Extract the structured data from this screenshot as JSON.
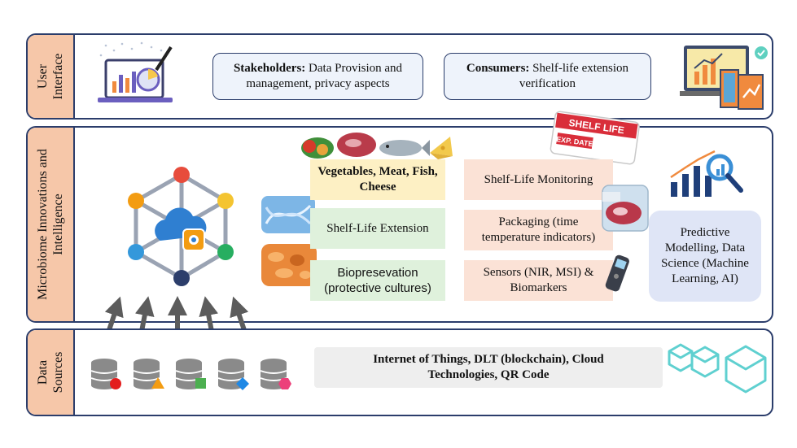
{
  "rows": {
    "user_interface": "User Interface",
    "microbiome": "Microbiome Innovations and Intelligence",
    "data_sources": "Data Sources"
  },
  "ui_row": {
    "stakeholders": {
      "bold": "Stakeholders:",
      "text": " Data Provision and management, privacy aspects"
    },
    "consumers": {
      "bold": "Consumers:",
      "text": " Shelf-life extension verification"
    }
  },
  "microbiome_row": {
    "foods": "Vegetables, Meat, Fish, Cheese",
    "shelf_life_extension": "Shelf-Life Extension",
    "biopreservation": "Biopresevation (protective cultures)",
    "shelf_life_monitoring": "Shelf-Life Monitoring",
    "packaging": "Packaging (time temperature indicators)",
    "sensors": "Sensors (NIR, MSI) & Biomarkers",
    "predictive": "Predictive Modelling, Data Science (Machine Learning, AI)",
    "label_line1": "SHELF LIFE",
    "label_line2": "EXP. DATE"
  },
  "data_sources_row": {
    "technologies": "Internet of Things, DLT (blockchain), Cloud Technologies, QR Code"
  },
  "colors": {
    "border": "#2b3d6b",
    "label_fill": "#f6c7a9",
    "node_colors": [
      "#e74c3c",
      "#f4c430",
      "#2c3e6b",
      "#3498db",
      "#f39c12",
      "#27ae60"
    ],
    "db_badges": [
      "#e31d1d",
      "#f39c12",
      "#4caf50",
      "#1e88e5",
      "#ec407a"
    ]
  },
  "icons": [
    "laptop-analytics-icon",
    "dashboard-charts-icon",
    "network-cloud-icon",
    "database-icon",
    "bar-chart-magnifier-icon",
    "cubes-icon",
    "food-images",
    "meat-package-icon",
    "handheld-sensor-icon",
    "microbe-image",
    "dna-image"
  ]
}
